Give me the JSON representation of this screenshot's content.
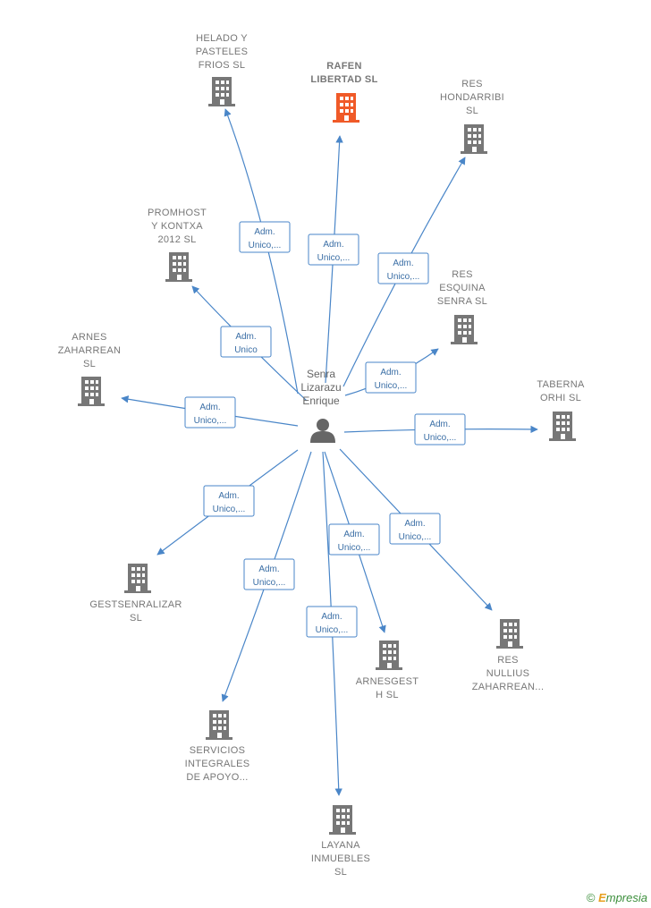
{
  "center": {
    "label_lines": [
      "Senra",
      "Lizarazu",
      "Enrique"
    ],
    "icon": "person-icon"
  },
  "colors": {
    "edge": "#4a86c8",
    "building": "#777777",
    "highlight_building": "#f05a28"
  },
  "nodes": [
    {
      "id": "helado",
      "label_lines": [
        "HELADO Y",
        "PASTELES",
        "FRIOS  SL"
      ],
      "edge_label": [
        "Adm.",
        "Unico,..."
      ],
      "highlight": false
    },
    {
      "id": "rafen",
      "label_lines": [
        "RAFEN",
        "LIBERTAD  SL"
      ],
      "edge_label": [
        "Adm.",
        "Unico,..."
      ],
      "highlight": true
    },
    {
      "id": "res-hondarribi",
      "label_lines": [
        "RES",
        "HONDARRIBI",
        "SL"
      ],
      "edge_label": [
        "Adm.",
        "Unico,..."
      ],
      "highlight": false
    },
    {
      "id": "promhost",
      "label_lines": [
        "PROMHOST",
        "Y KONTXA",
        "2012 SL"
      ],
      "edge_label": [
        "Adm.",
        "Unico"
      ],
      "highlight": false
    },
    {
      "id": "res-esquina",
      "label_lines": [
        "RES",
        "ESQUINA",
        "SENRA  SL"
      ],
      "edge_label": [
        "Adm.",
        "Unico,..."
      ],
      "highlight": false
    },
    {
      "id": "arnes-zaharrean",
      "label_lines": [
        "ARNES",
        "ZAHARREAN",
        "SL"
      ],
      "edge_label": [
        "Adm.",
        "Unico,..."
      ],
      "highlight": false
    },
    {
      "id": "taberna",
      "label_lines": [
        "TABERNA",
        "ORHI  SL"
      ],
      "edge_label": [
        "Adm.",
        "Unico,..."
      ],
      "highlight": false
    },
    {
      "id": "gestsenralizar",
      "label_lines": [
        "GESTSENRALIZAR",
        "SL"
      ],
      "edge_label": [
        "Adm.",
        "Unico,..."
      ],
      "highlight": false
    },
    {
      "id": "res-nullius",
      "label_lines": [
        "RES",
        "NULLIUS",
        "ZAHARREAN..."
      ],
      "edge_label": [
        "Adm.",
        "Unico,..."
      ],
      "highlight": false
    },
    {
      "id": "arnesgesth",
      "label_lines": [
        "ARNESGEST",
        "H  SL"
      ],
      "edge_label": [
        "Adm.",
        "Unico,..."
      ],
      "highlight": false
    },
    {
      "id": "servicios",
      "label_lines": [
        "SERVICIOS",
        "INTEGRALES",
        "DE APOYO..."
      ],
      "edge_label": [
        "Adm.",
        "Unico,..."
      ],
      "highlight": false
    },
    {
      "id": "layana",
      "label_lines": [
        "LAYANA",
        "INMUEBLES",
        "SL"
      ],
      "edge_label": [
        "Adm.",
        "Unico,..."
      ],
      "highlight": false
    }
  ],
  "footer": {
    "copyright_symbol": "©",
    "brand_initial": "E",
    "brand_rest": "mpresia"
  }
}
